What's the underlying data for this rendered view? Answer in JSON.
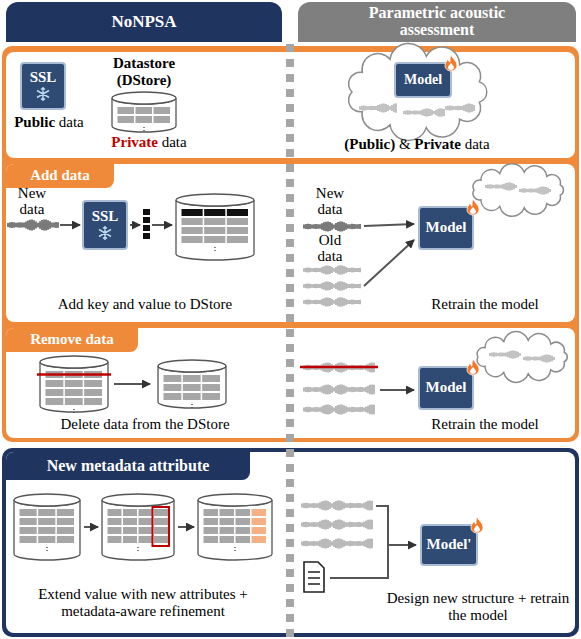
{
  "diagram": {
    "nodes": [
      {
        "text": [
          "NoNPSA"
        ]
      },
      {
        "text": [
          "Parametric acoustic assessment"
        ]
      },
      {
        "text": [
          "SSL"
        ]
      },
      {
        "text": [
          "Model"
        ]
      },
      {
        "text": [
          "Add data"
        ]
      },
      {
        "text": [
          "SSL"
        ]
      },
      {
        "text": [
          "Model"
        ]
      },
      {
        "text": [
          "Remove data"
        ]
      },
      {
        "text": [
          "Model"
        ]
      },
      {
        "text": [
          "New metadata attribute"
        ]
      },
      {
        "text": [
          "Model'"
        ]
      }
    ],
    "labels": [
      "Public data",
      "Datastore (DStore)",
      "Private data",
      "(Public) & Private data",
      "New data",
      "Add key and value to DStore",
      "New data",
      "Old data",
      "Retrain the model",
      "Delete data from the DStore",
      "Retrain the model",
      "Extend value with new attributes + metadata-aware refinement",
      "Design new structure + retrain the model"
    ]
  }
}
